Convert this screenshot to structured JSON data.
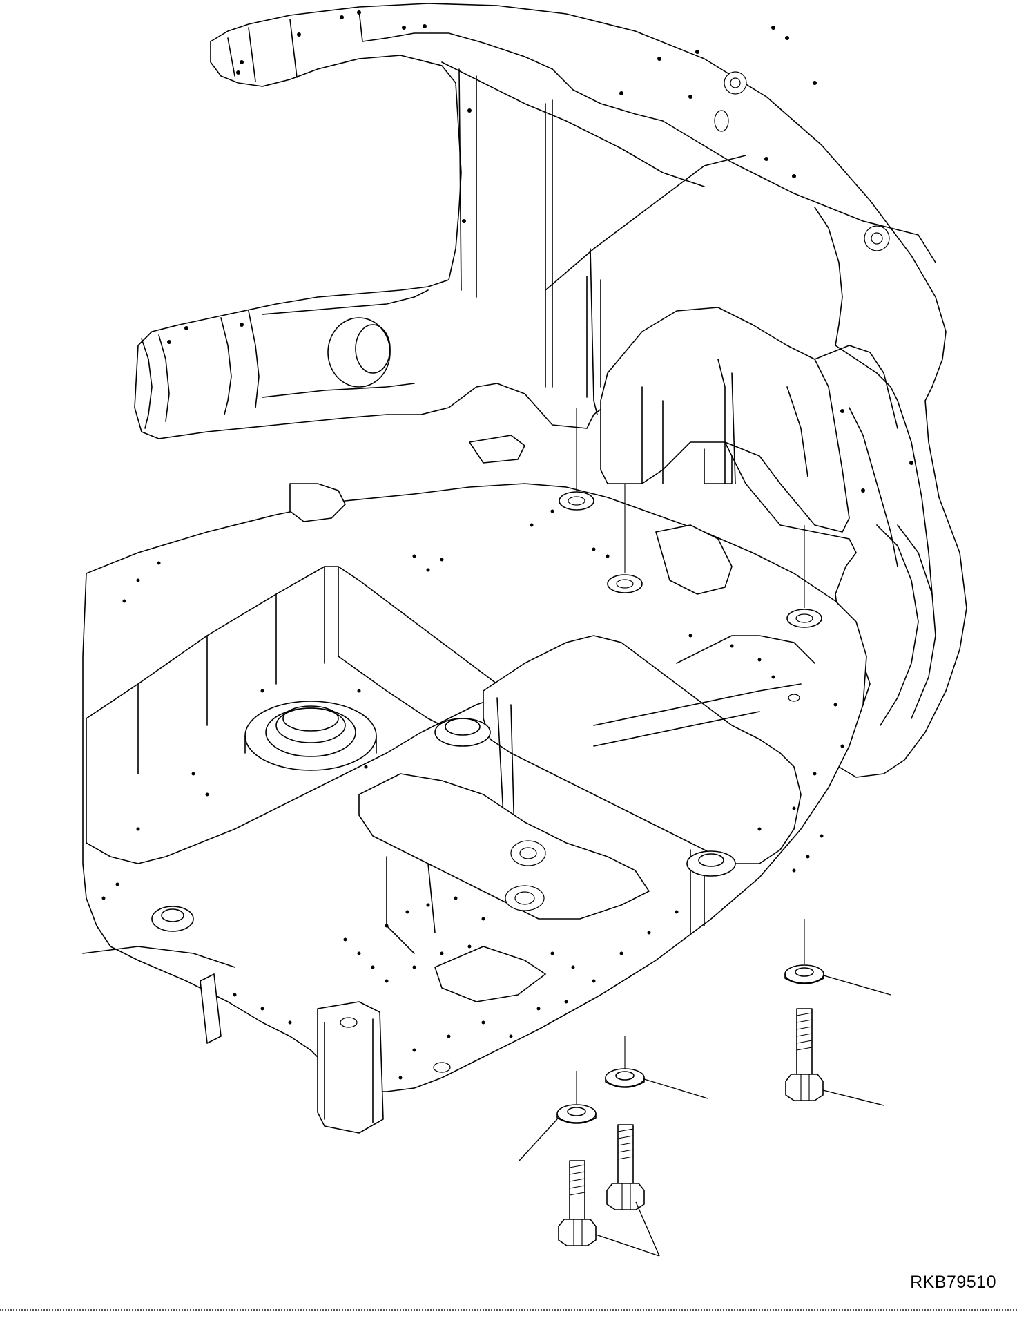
{
  "drawing": {
    "reference_code": "RKB79510",
    "parts": [
      {
        "name": "counterweight"
      },
      {
        "name": "revolving-frame"
      },
      {
        "name": "washer-left"
      },
      {
        "name": "bolt-left"
      },
      {
        "name": "washer-middle"
      },
      {
        "name": "bolt-middle"
      },
      {
        "name": "washer-right"
      },
      {
        "name": "bolt-right"
      }
    ]
  }
}
